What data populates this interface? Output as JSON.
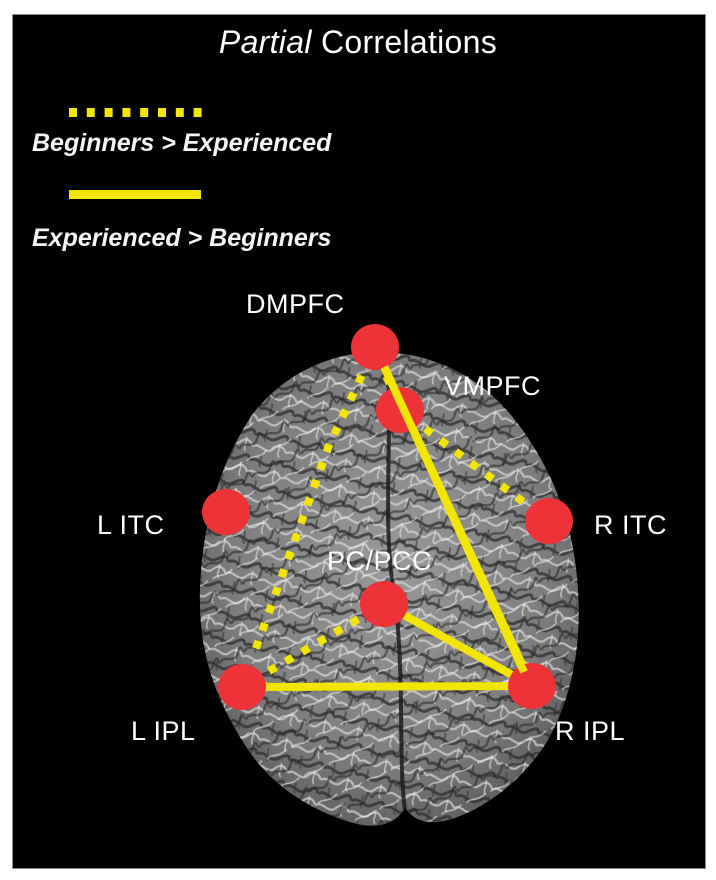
{
  "figure": {
    "title_italic": "Partial",
    "title_rest": "Correlations",
    "background": "#000000",
    "node_color": "#ee3338",
    "edge_color": "#f2e600"
  },
  "legend": [
    {
      "style": "dotted",
      "label": "Beginners > Experienced"
    },
    {
      "style": "solid",
      "label": "Experienced > Beginners"
    }
  ],
  "nodes": [
    {
      "id": "DMPFC",
      "label": "DMPFC"
    },
    {
      "id": "VMPFC",
      "label": "VMPFC"
    },
    {
      "id": "L_ITC",
      "label": "L ITC"
    },
    {
      "id": "R_ITC",
      "label": "R ITC"
    },
    {
      "id": "PC_PCC",
      "label": "PC/PCC"
    },
    {
      "id": "L_IPL",
      "label": "L IPL"
    },
    {
      "id": "R_IPL",
      "label": "R IPL"
    }
  ],
  "edges": [
    {
      "from": "DMPFC",
      "to": "L_IPL",
      "style": "dotted",
      "group": "Beginners > Experienced"
    },
    {
      "from": "DMPFC",
      "to": "VMPFC",
      "style": "dotted",
      "group": "Beginners > Experienced"
    },
    {
      "from": "VMPFC",
      "to": "R_ITC",
      "style": "dotted",
      "group": "Beginners > Experienced"
    },
    {
      "from": "L_IPL",
      "to": "PC_PCC",
      "style": "dotted",
      "group": "Beginners > Experienced"
    },
    {
      "from": "DMPFC",
      "to": "R_IPL",
      "style": "solid",
      "group": "Experienced > Beginners"
    },
    {
      "from": "PC_PCC",
      "to": "R_IPL",
      "style": "solid",
      "group": "Experienced > Beginners"
    },
    {
      "from": "L_IPL",
      "to": "R_IPL",
      "style": "solid",
      "group": "Experienced > Beginners"
    }
  ]
}
